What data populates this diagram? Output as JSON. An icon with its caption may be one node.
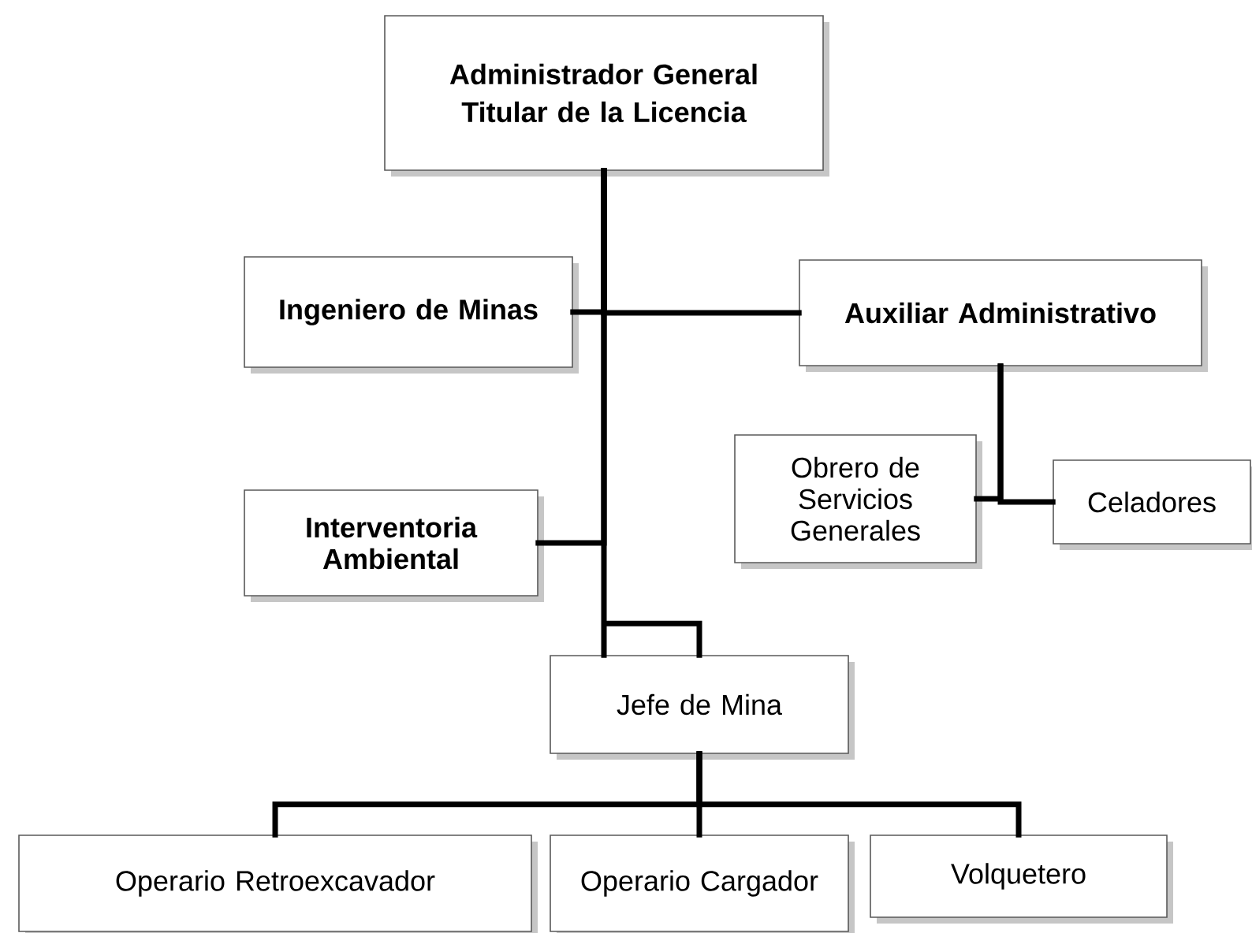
{
  "diagram": {
    "nodes": [
      {
        "text": [
          "Administrador General",
          "Titular de la Licencia"
        ]
      },
      {
        "text": [
          "Ingeniero de Minas"
        ]
      },
      {
        "text": [
          "Auxiliar Administrativo"
        ]
      },
      {
        "text": [
          "Obrero de Servicios Generales"
        ]
      },
      {
        "text": [
          "Celadores"
        ]
      },
      {
        "text": [
          "Interventoria Ambiental"
        ]
      },
      {
        "text": [
          "Jefe de Mina"
        ]
      },
      {
        "text": [
          "Operario Retroexcavador"
        ]
      },
      {
        "text": [
          "Operario Cargador"
        ]
      },
      {
        "text": [
          "Volquetero"
        ]
      }
    ],
    "edges": [
      {
        "from": 0,
        "to": 1,
        "arrow": "none"
      },
      {
        "from": 0,
        "to": 2,
        "arrow": "none"
      },
      {
        "from": 0,
        "to": 5,
        "arrow": "none"
      },
      {
        "from": 0,
        "to": 6,
        "arrow": "none"
      },
      {
        "from": 2,
        "to": 3,
        "arrow": "none"
      },
      {
        "from": 2,
        "to": 4,
        "arrow": "none"
      },
      {
        "from": 6,
        "to": 7,
        "arrow": "none"
      },
      {
        "from": 6,
        "to": 8,
        "arrow": "none"
      },
      {
        "from": 6,
        "to": 9,
        "arrow": "none"
      }
    ]
  }
}
